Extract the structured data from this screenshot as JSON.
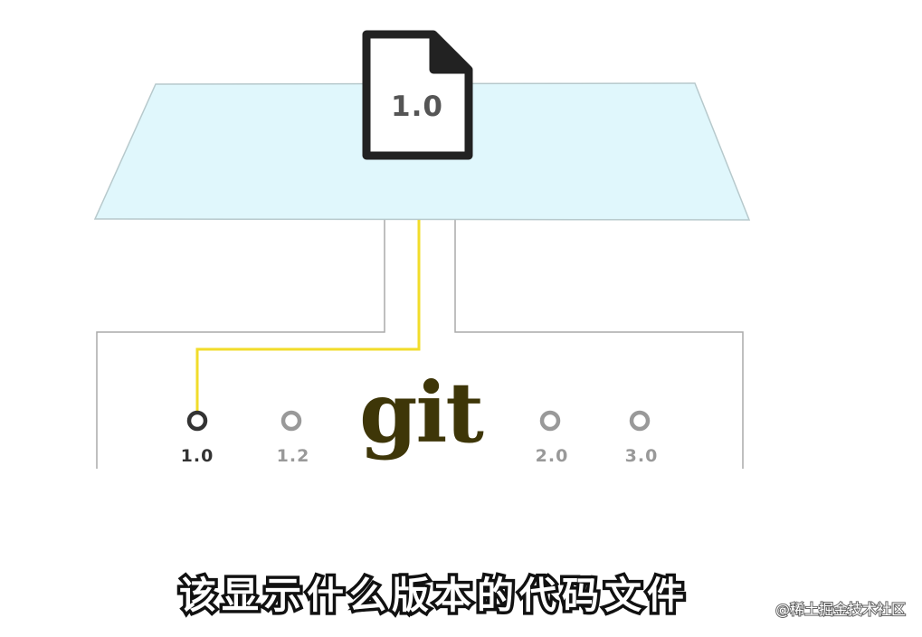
{
  "working_copy": {
    "file_version": "1.0"
  },
  "repository": {
    "logo_text": "git",
    "versions": [
      {
        "label": "1.0",
        "active": true
      },
      {
        "label": "1.2",
        "active": false
      },
      {
        "label": "2.0",
        "active": false
      },
      {
        "label": "3.0",
        "active": false
      }
    ]
  },
  "caption": "该显示什么版本的代码文件",
  "watermark": "@稀土掘金技术社区",
  "colors": {
    "plane_fill": "#e0f7fc",
    "plane_stroke": "#b7c9cc",
    "link_line": "#f2dc2a",
    "git_logo": "#3e3608",
    "active_node": "#333333",
    "inactive_node": "#999999",
    "outline": "#aaaaaa"
  }
}
